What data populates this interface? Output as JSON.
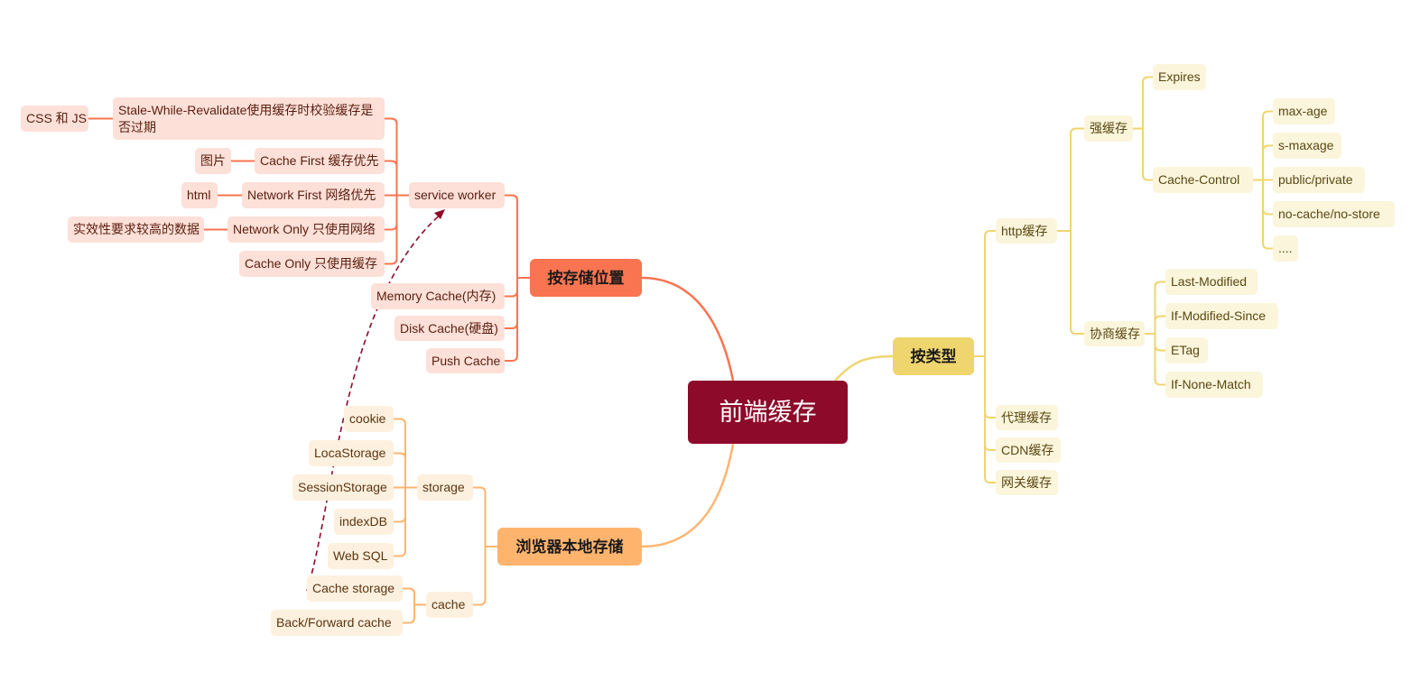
{
  "root": "前端缓存",
  "colors": {
    "root": "#8E0A2A",
    "location": "#F97450",
    "local": "#FFB46E",
    "type": "#EFD56E",
    "arrow": "#8E0A2A"
  },
  "location": {
    "label": "按存储位置",
    "service_worker": "service worker",
    "strategies": [
      {
        "label": "Stale-While-Revalidate使用缓存时校验缓存是否过期",
        "use": "CSS 和 JS"
      },
      {
        "label": "Cache First 缓存优先",
        "use": "图片"
      },
      {
        "label": "Network First 网络优先",
        "use": "html"
      },
      {
        "label": "Network Only 只使用网络",
        "use": "实效性要求较高的数据"
      },
      {
        "label": "Cache Only 只使用缓存"
      }
    ],
    "memory": "Memory Cache(内存)",
    "disk": "Disk Cache(硬盘)",
    "push": "Push Cache"
  },
  "local": {
    "label": "浏览器本地存储",
    "storage": {
      "label": "storage",
      "items": [
        "cookie",
        "LocaStorage",
        "SessionStorage",
        "indexDB",
        "Web SQL"
      ]
    },
    "cache": {
      "label": "cache",
      "items": [
        "Cache storage",
        "Back/Forward cache"
      ]
    }
  },
  "type": {
    "label": "按类型",
    "http": {
      "label": "http缓存",
      "strong": {
        "label": "强缓存",
        "expires": "Expires",
        "cache_control": "Cache-Control",
        "directives": [
          "max-age",
          "s-maxage",
          "public/private",
          "no-cache/no-store",
          "...."
        ]
      },
      "negotiate": {
        "label": "协商缓存",
        "items": [
          "Last-Modified",
          "If-Modified-Since",
          "ETag",
          "If-None-Match"
        ]
      }
    },
    "others": [
      "代理缓存",
      "CDN缓存",
      "网关缓存"
    ]
  }
}
